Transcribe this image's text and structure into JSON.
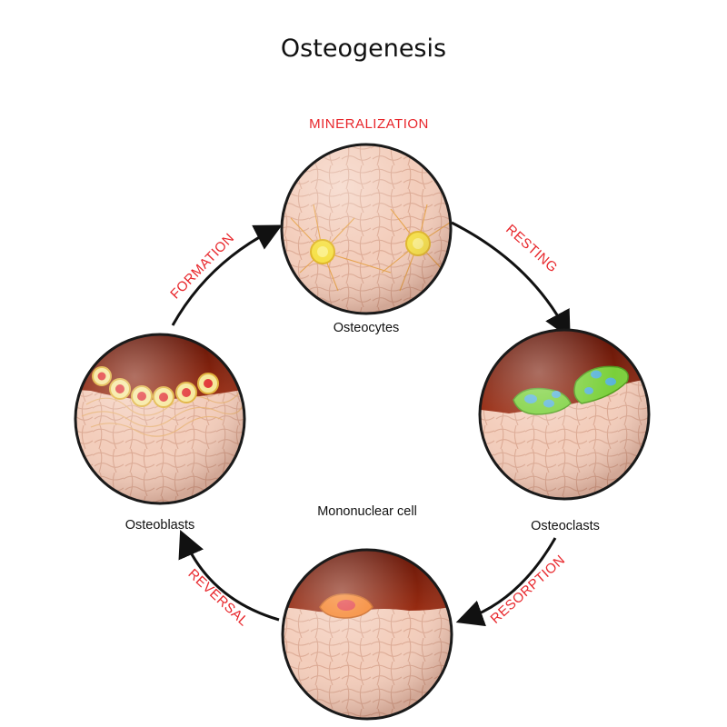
{
  "title": "Osteogenesis",
  "phases": {
    "mineralization": "MINERALIZATION",
    "resting": "RESTING",
    "resorption": "RESORPTION",
    "reversal": "REVERSAL",
    "formation": "FORMATION"
  },
  "cells": {
    "osteocytes": "Osteocytes",
    "osteoclasts": "Osteoclasts",
    "mononuclear": "Mononuclear cell",
    "osteoblasts": "Osteoblasts"
  },
  "colors": {
    "phase_text": "#e8262b",
    "bone": "#f3cdbb",
    "bone_pattern": "#d9a48d",
    "marrow": "#7b1f0d",
    "osteocyte": "#f6e14a",
    "osteoclast": "#7ad03a",
    "osteoclast_nucleus": "#5ab4d8",
    "osteoblast": "#e23a3a",
    "arrow": "#111111"
  }
}
